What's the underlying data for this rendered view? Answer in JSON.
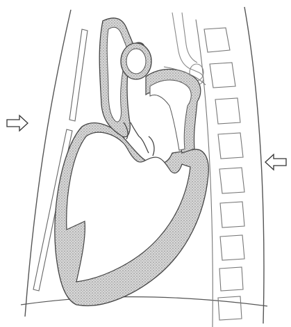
{
  "diagram": {
    "kind": "line-drawing",
    "subject": "heart",
    "view": "sagittal",
    "arrows": [
      {
        "name": "left-arrow",
        "direction": "right"
      },
      {
        "name": "right-arrow",
        "direction": "left"
      }
    ],
    "colors": {
      "background": "#ffffff",
      "line": "#444444",
      "stipple": "#9a9a9a",
      "light_line": "#777777"
    }
  }
}
